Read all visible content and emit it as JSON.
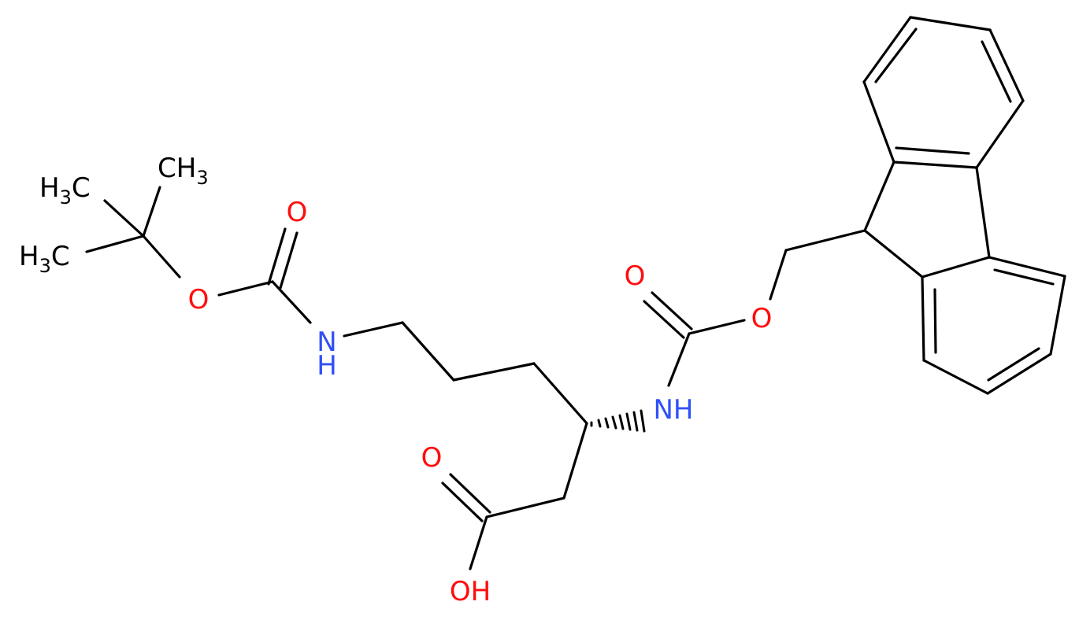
{
  "colors": {
    "background": "#ffffff",
    "bond": "#000000",
    "carbon_text": "#000000",
    "oxygen": "#ff0d0d",
    "nitrogen": "#3050f8"
  },
  "atoms": {
    "methyl_top": {
      "main": "CH",
      "sub": "3"
    },
    "methyl_left_upper": {
      "main": "H",
      "sub": "3",
      "tail": "C"
    },
    "methyl_left_lower": {
      "main": "H",
      "sub": "3",
      "tail": "C"
    },
    "boc_carbonyl_o": "O",
    "boc_ester_o": "O",
    "boc_nh": {
      "n": "N",
      "h": "H"
    },
    "fmoc_carbonyl_o": "O",
    "fmoc_ester_o": "O",
    "fmoc_nh": "NH",
    "acid_carbonyl_o": "O",
    "acid_oh": "OH"
  }
}
